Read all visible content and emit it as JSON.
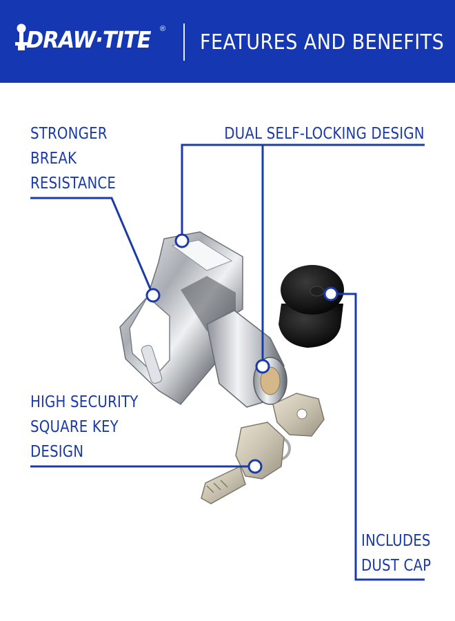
{
  "header": {
    "brand": "DRAW·TITE",
    "registered_mark": "®",
    "title": "FEATURES AND BENEFITS"
  },
  "callouts": {
    "break_resistance": [
      "STRONGER",
      "BREAK",
      "RESISTANCE"
    ],
    "self_locking": "DUAL SELF-LOCKING DESIGN",
    "square_key": [
      "HIGH SECURITY",
      "SQUARE KEY",
      "DESIGN"
    ],
    "dust_cap": [
      "INCLUDES",
      "DUST CAP"
    ]
  },
  "icons": [
    "trailer-hitch-ball-icon",
    "coupler-lock-product-image"
  ],
  "colors": {
    "brand_blue": "#1537b2",
    "callout_blue": "#1a3aa8",
    "background": "#ffffff"
  }
}
